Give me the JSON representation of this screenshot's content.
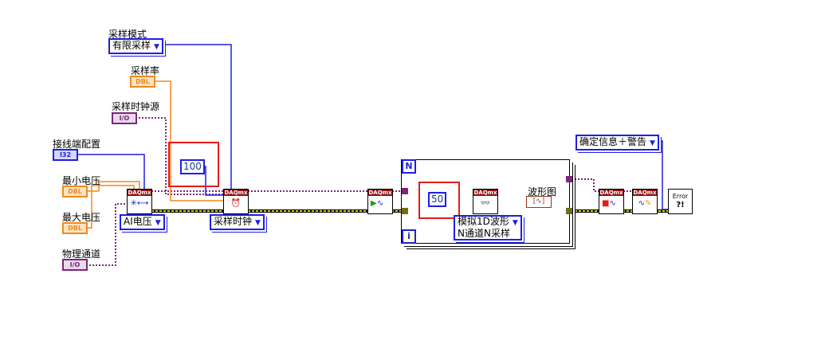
{
  "controls": {
    "sample_mode": {
      "label": "采样模式",
      "value": "有限采样"
    },
    "sample_rate": {
      "label": "采样率",
      "type": "DBL"
    },
    "clock_source": {
      "label": "采样时钟源",
      "type": "I/O"
    },
    "terminal_config": {
      "label": "接线端配置",
      "type": "I32"
    },
    "min_voltage": {
      "label": "最小电压",
      "type": "DBL"
    },
    "max_voltage": {
      "label": "最大电压",
      "type": "DBL"
    },
    "physical_channel": {
      "label": "物理通道",
      "type": "I/O"
    }
  },
  "nodes": {
    "header": "DAQmx",
    "create_channel_ring": "AI电压",
    "timing_ring": "采样时钟",
    "read_ring_line1": "模拟1D波形",
    "read_ring_line2": "N通道N采样",
    "error_ring": "确定信息＋警告",
    "error_label": "Error",
    "error_symbol": "?!"
  },
  "constants": {
    "samples_per_channel": "100",
    "read_samples": "50"
  },
  "loop": {
    "count_label": "N",
    "iteration_label": "i"
  },
  "indicator": {
    "label": "波形图"
  },
  "colors": {
    "highlight": "#e31b1b",
    "enum": "#1e1ee6",
    "dbl": "#f08a1e",
    "io": "#7d247d",
    "error_wire": "#c8c800"
  }
}
